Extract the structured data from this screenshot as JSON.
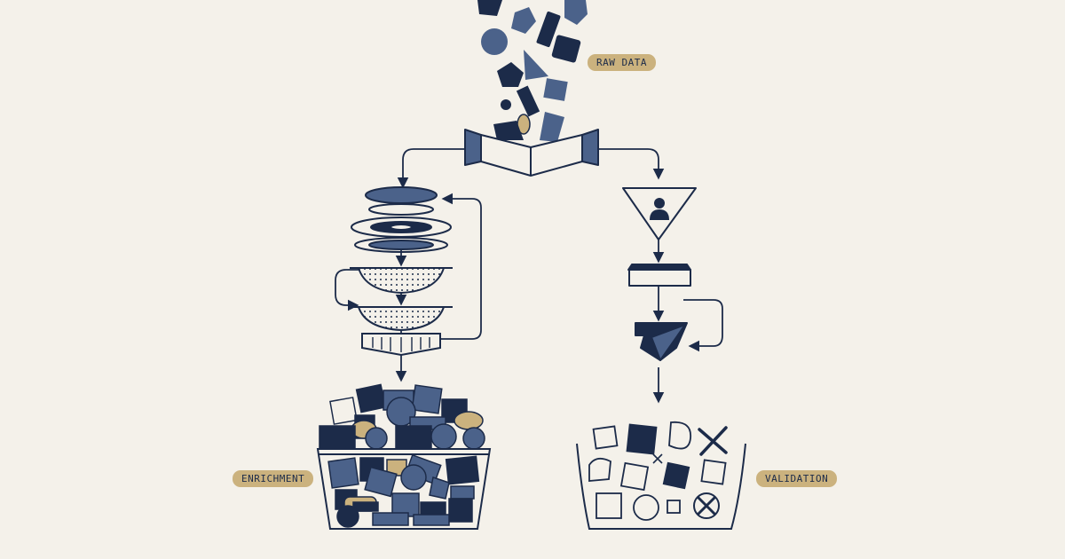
{
  "labels": {
    "raw": "RAW DATA",
    "enrichment": "ENRICHMENT",
    "validation": "VALIDATION"
  },
  "colors": {
    "background": "#f4f1ea",
    "navy": "#1c2b49",
    "slate": "#4b628a",
    "gold": "#cbb27e",
    "outline": "#1c2b49"
  },
  "icons": [
    "person-icon",
    "check-icon",
    "x-mark-icon"
  ]
}
